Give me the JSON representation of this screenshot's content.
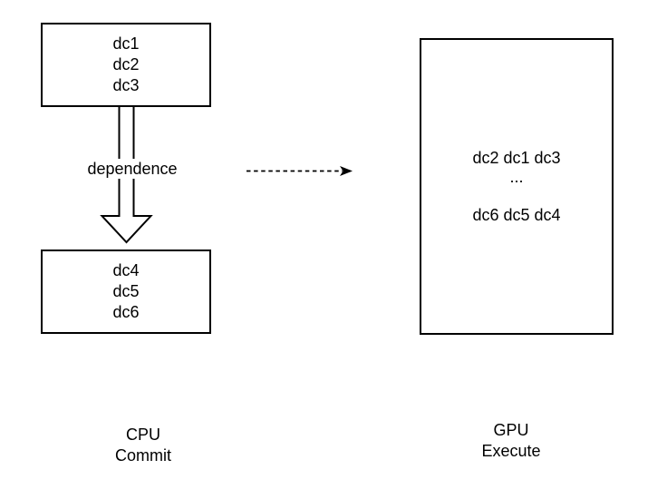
{
  "colors": {
    "background": "#ffffff",
    "stroke": "#000000",
    "text": "#000000"
  },
  "cpu_top_box": {
    "lines": [
      "dc1",
      "dc2",
      "dc3"
    ]
  },
  "cpu_bottom_box": {
    "lines": [
      "dc4",
      "dc5",
      "dc6"
    ]
  },
  "gpu_box": {
    "lines": [
      "dc2 dc1 dc3",
      "...",
      "",
      "dc6 dc5 dc4"
    ]
  },
  "dependence_label": "dependence",
  "cpu_caption": {
    "lines": [
      "CPU",
      "Commit"
    ]
  },
  "gpu_caption": {
    "lines": [
      "GPU",
      "Execute"
    ]
  },
  "icons": {
    "dependence_arrow": "down-block-arrow-icon",
    "transfer_arrow": "dashed-right-arrow-icon"
  }
}
